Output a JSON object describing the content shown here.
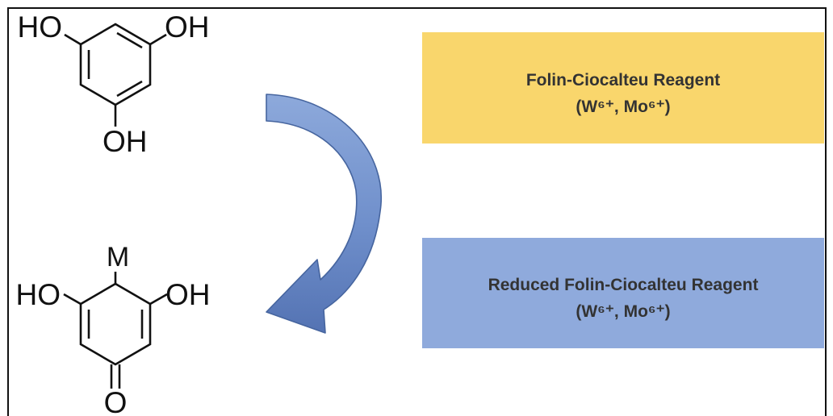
{
  "molecule_top": {
    "left_label": "HO",
    "right_label": "OH",
    "bottom_label": "OH"
  },
  "molecule_bottom": {
    "top_label": "M",
    "left_label": "HO",
    "right_label": "OH",
    "bottom_label": "O"
  },
  "reagent_box": {
    "title": "Folin-Ciocalteu Reagent",
    "ions": "(W⁶⁺, Mo⁶⁺)",
    "color": "#F9D66C"
  },
  "reduced_box": {
    "title": "Reduced Folin-Ciocalteu Reagent",
    "ions": "(W⁶⁺, Mo⁶⁺)",
    "color": "#8FAADC"
  },
  "arrow": {
    "color": "#6F8FCB",
    "outline": "#46659F"
  }
}
